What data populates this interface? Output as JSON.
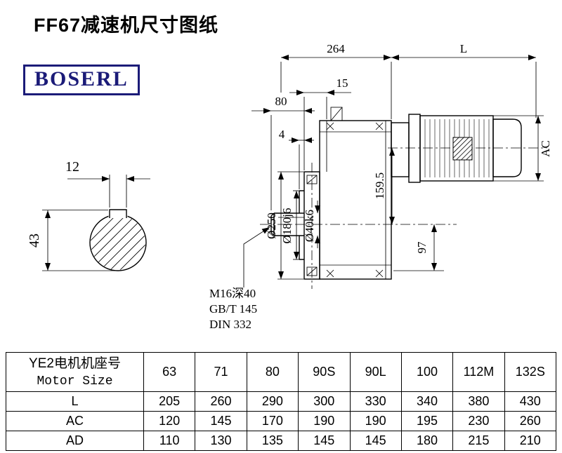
{
  "page": {
    "title": "FF67减速机尺寸图纸",
    "brand": "BOSERL"
  },
  "drawing": {
    "dims": {
      "d264": "264",
      "dL": "L",
      "d15": "15",
      "d80": "80",
      "d4": "4",
      "dAC": "AC",
      "d159_5": "159.5",
      "d97": "97",
      "dia250": "Ø250",
      "dia180": "Ø180j6",
      "dia40": "Ø40k6",
      "d12": "12",
      "d43": "43"
    },
    "notes": [
      "M16深40",
      "GB/T 145",
      "DIN 332"
    ]
  },
  "table": {
    "header": {
      "line1": "YE2电机机座号",
      "line2": "Motor Size"
    },
    "columns": [
      "63",
      "71",
      "80",
      "90S",
      "90L",
      "100",
      "112M",
      "132S"
    ],
    "rows": [
      {
        "label": "L",
        "values": [
          "205",
          "260",
          "290",
          "300",
          "330",
          "340",
          "380",
          "430"
        ]
      },
      {
        "label": "AC",
        "values": [
          "120",
          "145",
          "170",
          "190",
          "190",
          "195",
          "230",
          "260"
        ]
      },
      {
        "label": "AD",
        "values": [
          "110",
          "130",
          "135",
          "145",
          "145",
          "180",
          "215",
          "210"
        ]
      }
    ]
  },
  "colors": {
    "brand": "#1b1b78",
    "line": "#000000"
  }
}
